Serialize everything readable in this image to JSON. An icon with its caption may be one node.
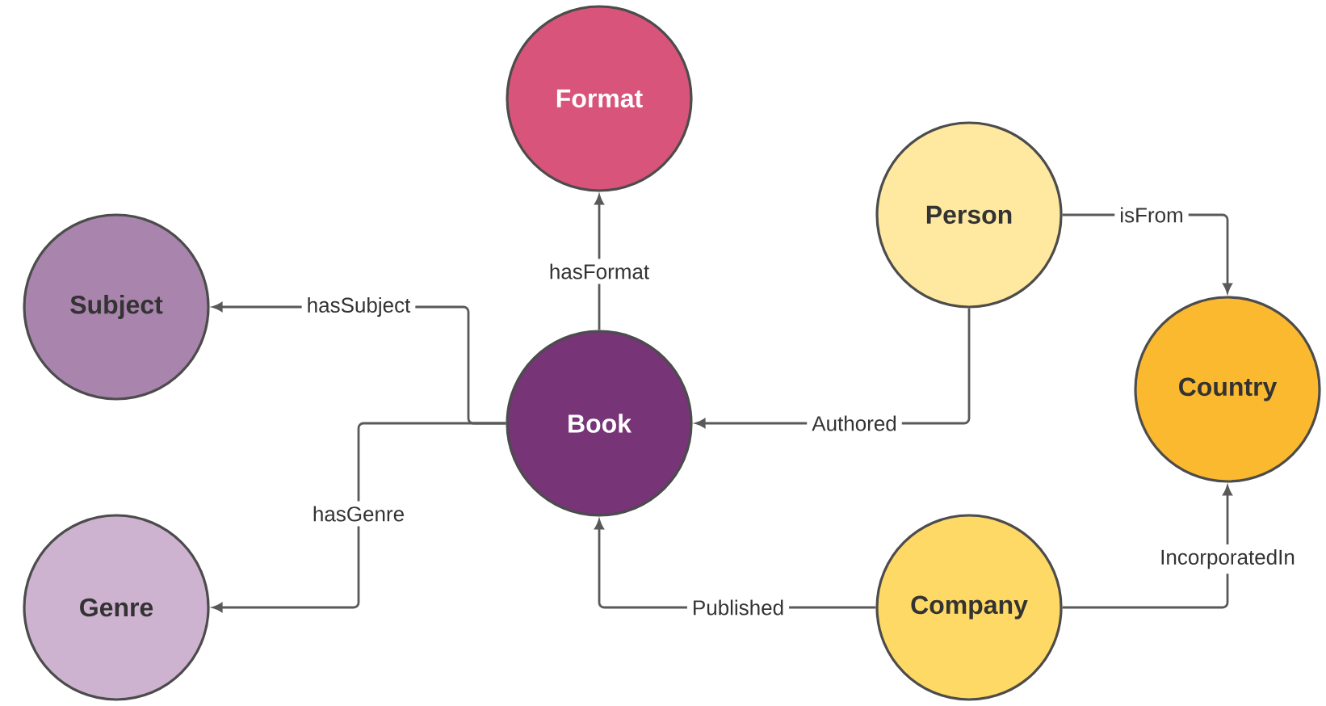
{
  "diagram": {
    "nodes": [
      {
        "text": [
          "Format"
        ]
      },
      {
        "text": [
          "Person"
        ]
      },
      {
        "text": [
          "Subject"
        ]
      },
      {
        "text": [
          "Book"
        ]
      },
      {
        "text": [
          "Country"
        ]
      },
      {
        "text": [
          "Genre"
        ]
      },
      {
        "text": [
          "Company"
        ]
      }
    ],
    "edges": [
      {
        "from": 3,
        "to": 0,
        "arrow": "to",
        "label": "hasFormat"
      },
      {
        "from": 1,
        "to": 4,
        "arrow": "to",
        "label": "isFrom"
      },
      {
        "from": 3,
        "to": 2,
        "arrow": "to",
        "label": "hasSubject"
      },
      {
        "from": 1,
        "to": 3,
        "arrow": "to",
        "label": "Authored"
      },
      {
        "from": 3,
        "to": 5,
        "arrow": "to",
        "label": "hasGenre"
      },
      {
        "from": 6,
        "to": 3,
        "arrow": "to",
        "label": "Published"
      },
      {
        "from": 6,
        "to": 4,
        "arrow": "to",
        "label": "IncorporatedIn"
      }
    ]
  }
}
